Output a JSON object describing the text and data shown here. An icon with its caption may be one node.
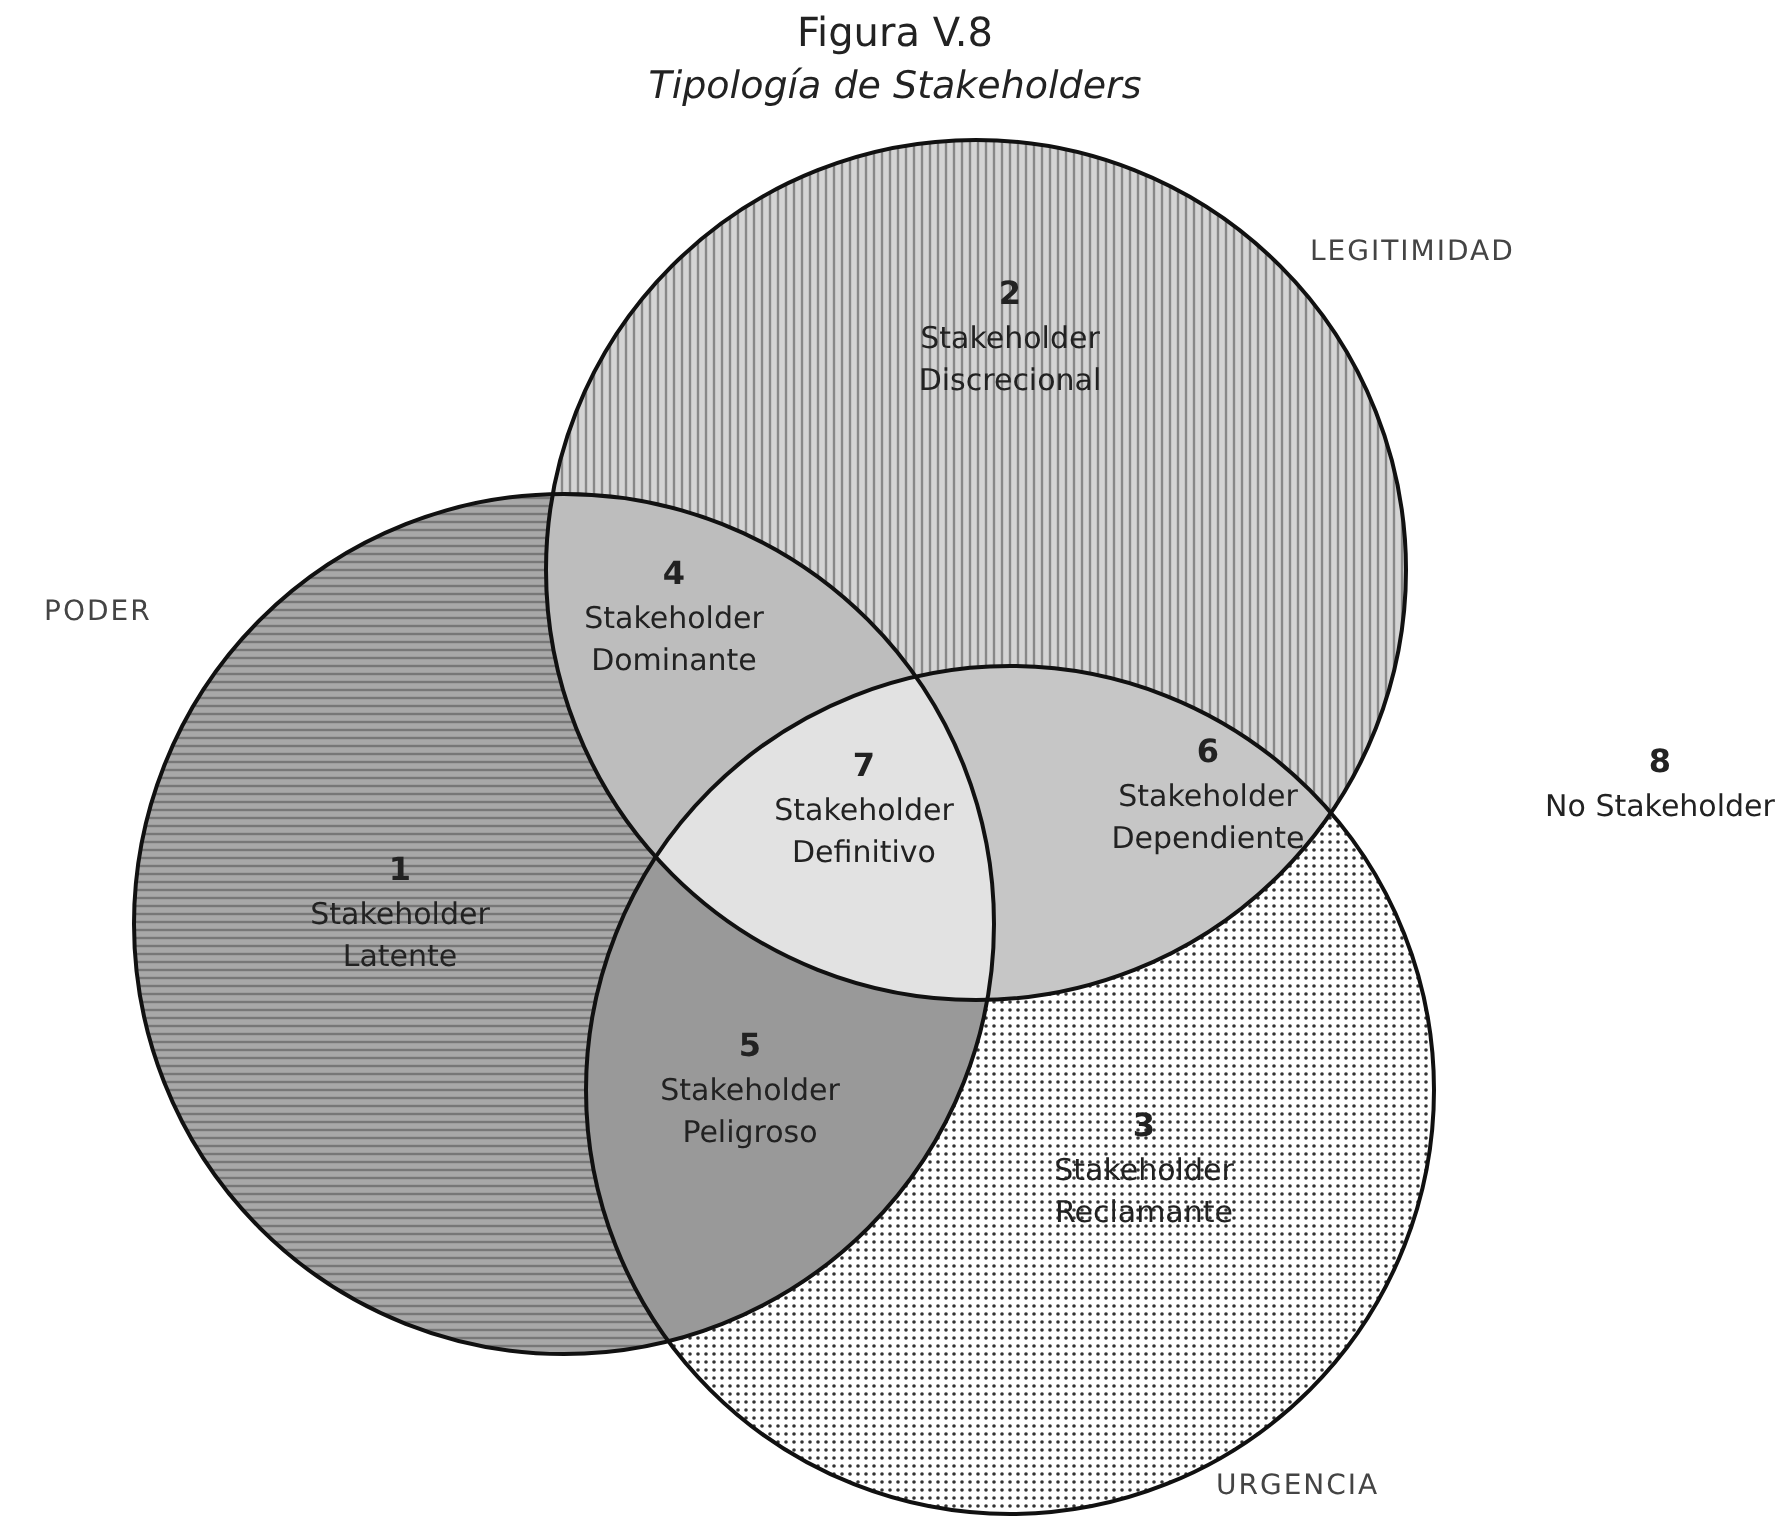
{
  "diagram": {
    "title": "Figura V.8",
    "caption": "Tipología de Stakeholders",
    "nodes": [
      {
        "text": [
          "PODER"
        ]
      },
      {
        "text": [
          "LEGITIMIDAD"
        ]
      },
      {
        "text": [
          "URGENCIA"
        ]
      }
    ],
    "labels": [
      "2",
      "Stakeholder Discrecional",
      "4",
      "Stakeholder Dominante",
      "7",
      "Stakeholder Definitivo",
      "6",
      "Stakeholder Dependiente",
      "8",
      "No Stakeholder",
      "1",
      "Stakeholder Latente",
      "5",
      "Stakeholder Peligroso",
      "3",
      "Stakeholder Reclamante"
    ]
  }
}
